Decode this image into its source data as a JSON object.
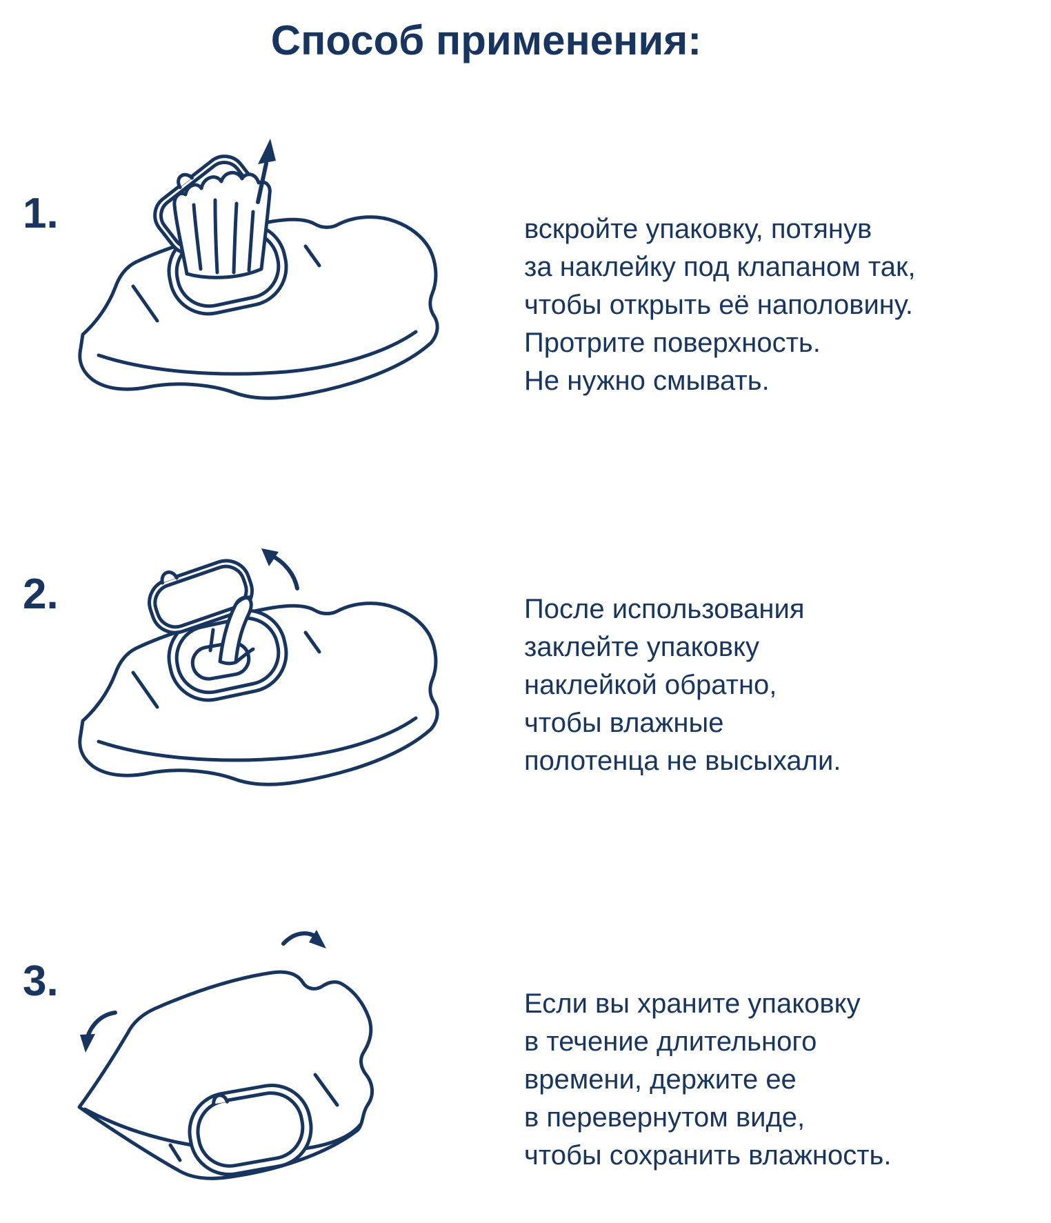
{
  "page": {
    "title": "Способ применения:",
    "ink_color": "#17355E",
    "background": "#FFFFFF"
  },
  "steps": [
    {
      "number": "1.",
      "illustration": {
        "name": "wipes-pack-opened-wipe-pulled",
        "icons": [
          "up-arrow-icon"
        ]
      },
      "lines": [
        "вскройте упаковку, потянув",
        "за наклейку под клапаном так,",
        "чтобы открыть её наполовину.",
        "Протрите поверхность.",
        "Не нужно смывать."
      ]
    },
    {
      "number": "2.",
      "illustration": {
        "name": "wipes-pack-flap-open-reseal-sticker",
        "icons": [
          "curved-arrow-icon"
        ]
      },
      "lines": [
        "После использования",
        "заклейте упаковку",
        "наклейкой обратно,",
        "чтобы влажные",
        "полотенца не высыхали."
      ]
    },
    {
      "number": "3.",
      "illustration": {
        "name": "wipes-pack-upside-down",
        "icons": [
          "rotate-arrow-right-icon",
          "rotate-arrow-left-icon"
        ]
      },
      "lines": [
        "Если вы храните упаковку",
        "в течение длительного",
        "времени, держите ее",
        "в перевернутом виде,",
        "чтобы сохранить влажность."
      ]
    }
  ]
}
